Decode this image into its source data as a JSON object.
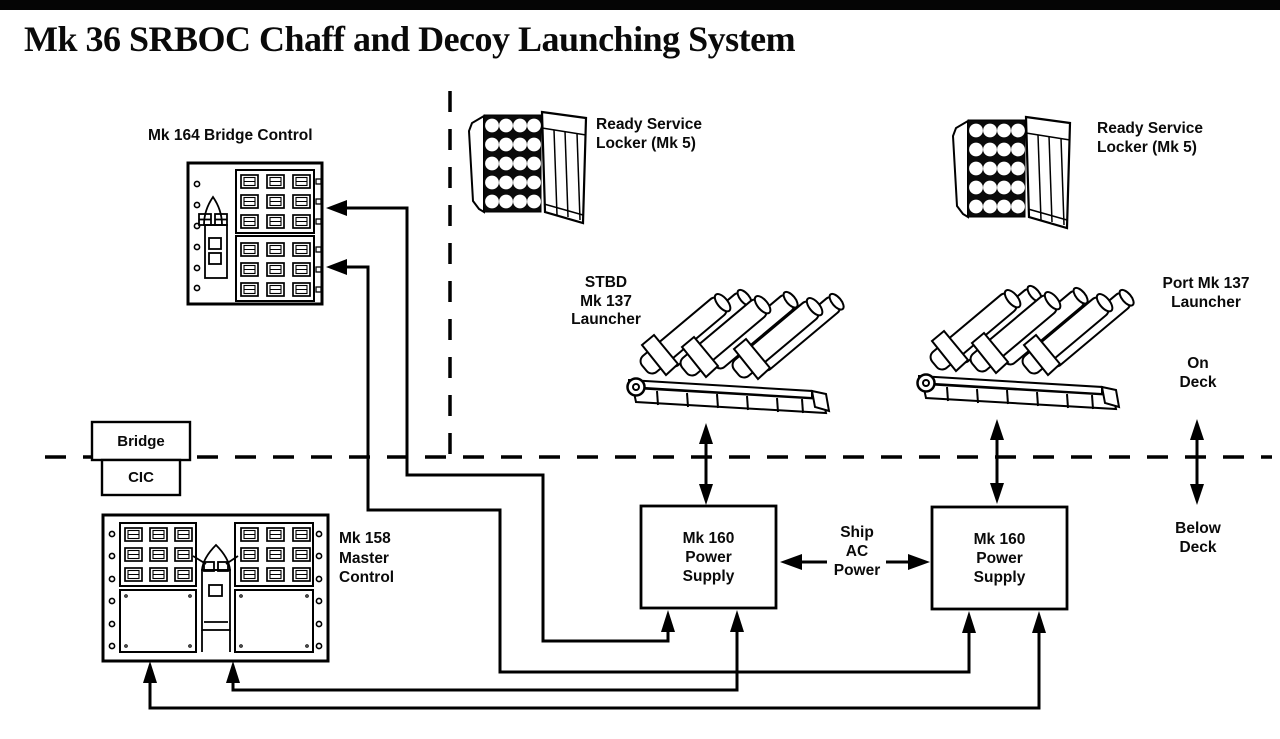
{
  "title": "Mk 36 SRBOC Chaff and Decoy Launching System",
  "bridge_control": {
    "label": "Mk 164 Bridge Control"
  },
  "master_control": {
    "line1": "Mk 158",
    "line2": "Master",
    "line3": "Control"
  },
  "locker_left": {
    "line1": "Ready Service",
    "line2": "Locker (Mk 5)"
  },
  "locker_right": {
    "line1": "Ready Service",
    "line2": "Locker (Mk 5)"
  },
  "launcher_stbd": {
    "line1": "STBD",
    "line2": "Mk 137",
    "line3": "Launcher"
  },
  "launcher_port": {
    "line1": "Port Mk 137",
    "line2": "Launcher"
  },
  "power_left": {
    "line1": "Mk 160",
    "line2": "Power",
    "line3": "Supply"
  },
  "power_right": {
    "line1": "Mk 160",
    "line2": "Power",
    "line3": "Supply"
  },
  "ship_ac": {
    "line1": "Ship",
    "line2": "AC",
    "line3": "Power"
  },
  "zones": {
    "bridge": "Bridge",
    "cic": "CIC",
    "on_deck": {
      "line1": "On",
      "line2": "Deck"
    },
    "below_deck": {
      "line1": "Below",
      "line2": "Deck"
    }
  },
  "colors": {
    "ink": "#000000",
    "paper": "#ffffff"
  }
}
